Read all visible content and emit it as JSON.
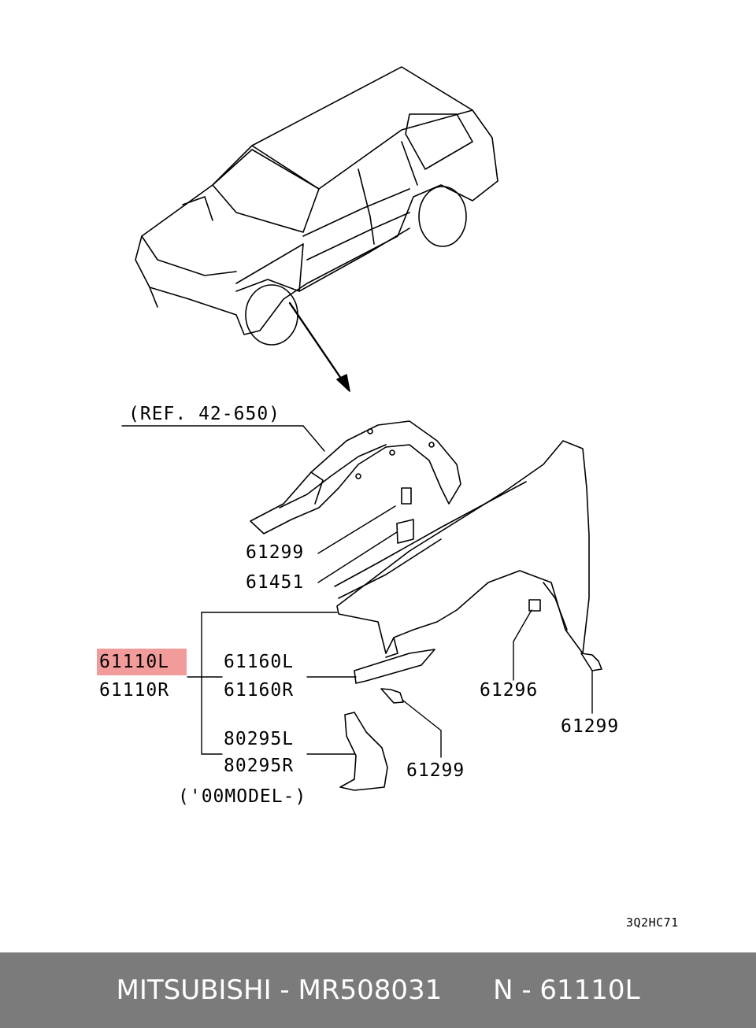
{
  "diagram": {
    "ref_label": "(REF. 42-650)",
    "part_labels": {
      "p61299_a": "61299",
      "p61451": "61451",
      "p61110L": "61110L",
      "p61110R": "61110R",
      "p61160L": "61160L",
      "p61160R": "61160R",
      "p80295L": "80295L",
      "p80295R": "80295R",
      "model_note": "('00MODEL-)",
      "p61296": "61296",
      "p61299_b": "61299",
      "p61299_c": "61299"
    },
    "diagram_code": "3Q2HC71",
    "highlight_color": "#f08a8a"
  },
  "footer": {
    "text": "MITSUBISHI - MR508031      N - 61110L",
    "background": "#7b7b7b"
  }
}
